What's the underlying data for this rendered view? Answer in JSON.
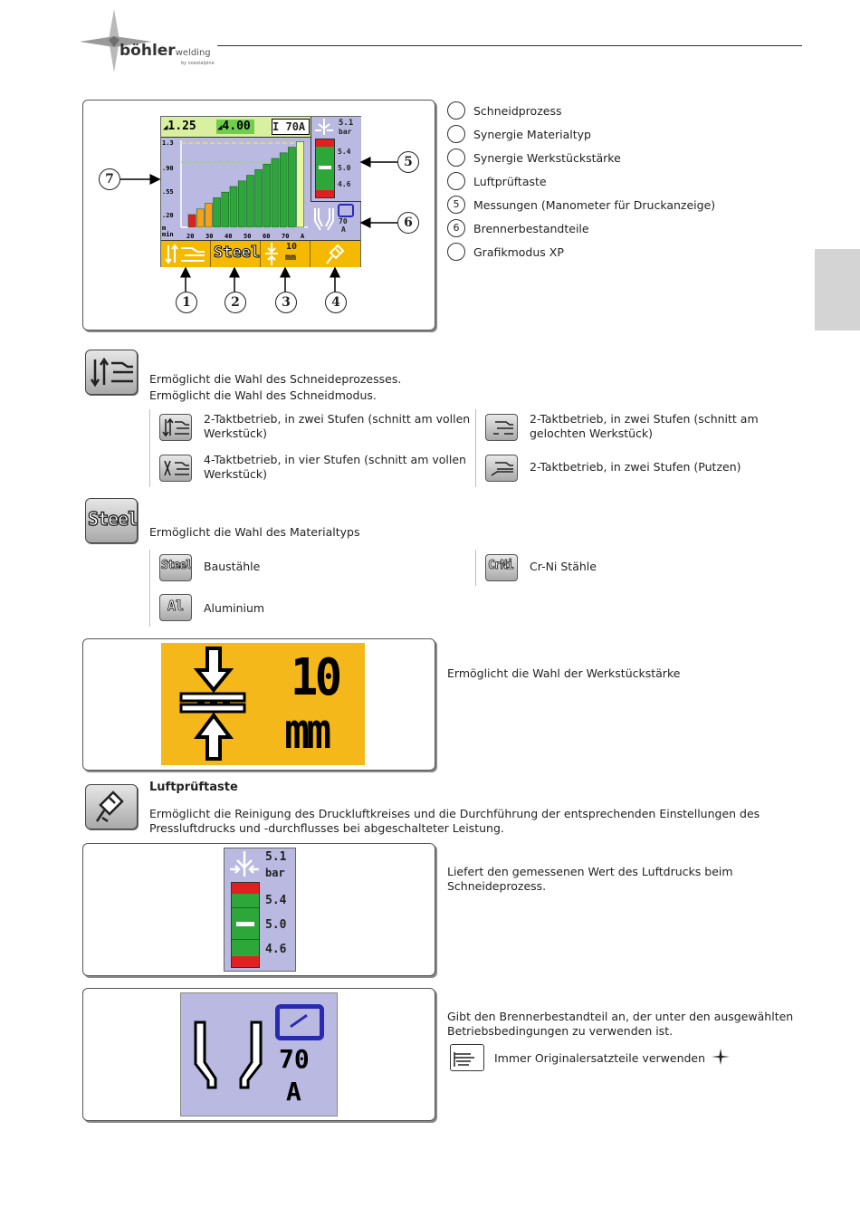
{
  "header": {
    "brand": "böhler",
    "brand_suffix": "welding",
    "brand_sub": "by voestalpine"
  },
  "display": {
    "wire_speed": "1.25",
    "gas_flow": "4.00",
    "unit_mmin": "mmin",
    "current": "70A",
    "current_prefix": "I",
    "y_ticks": [
      "1.3",
      ".90",
      ".55",
      ".20",
      "m\nmin"
    ],
    "x_ticks": [
      "20",
      "30",
      "40",
      "50",
      "60",
      "70",
      "A"
    ],
    "pressure_value": "5.1",
    "pressure_unit": "bar",
    "pressure_ticks": [
      "5.4",
      "5.0",
      "4.6"
    ],
    "consumable_current": "70",
    "consumable_unit": "A",
    "buttons": [
      "Steel",
      "10",
      "mm"
    ]
  },
  "callouts": [
    "1",
    "2",
    "3",
    "4",
    "5",
    "6",
    "7"
  ],
  "legend": [
    {
      "n": "",
      "label": "Schneidprozess"
    },
    {
      "n": "",
      "label": "Synergie Materialtyp"
    },
    {
      "n": "",
      "label": "Synergie Werkstückstärke"
    },
    {
      "n": "",
      "label": "Luftprüftaste"
    },
    {
      "n": "5",
      "label": "Messungen (Manometer für Druckanzeige)"
    },
    {
      "n": "6",
      "label": "Brennerbestandteile"
    },
    {
      "n": "",
      "label": "Grafikmodus XP"
    }
  ],
  "process": {
    "line1": "Ermöglicht die Wahl des Schneideprozesses.",
    "line2": "Ermöglicht die Wahl des Schneidmodus.",
    "modes": [
      "2-Taktbetrieb, in zwei Stufen (schnitt am vollen Werkstück)",
      "2-Taktbetrieb, in zwei Stufen (schnitt am gelochten Werkstück)",
      "4-Taktbetrieb, in vier Stufen (schnitt am vollen Werkstück)",
      "2-Taktbetrieb, in zwei Stufen (Putzen)"
    ]
  },
  "material": {
    "icon_label": "Steel",
    "desc": "Ermöglicht die Wahl des Materialtyps",
    "items": [
      {
        "icon": "Steel",
        "label": "Baustähle"
      },
      {
        "icon": "CrNi",
        "label": "Cr-Ni Stähle"
      },
      {
        "icon": "Al",
        "label": "Aluminium"
      }
    ]
  },
  "thickness": {
    "value": "10",
    "unit": "mm",
    "desc": "Ermöglicht die Wahl der Werkstückstärke"
  },
  "airtest": {
    "title": "Luftprüftaste",
    "desc": "Ermöglicht die Reinigung des Druckluftkreises und die Durchführung der entsprechenden Einstellungen des Pressluftdrucks und -durchflusses bei abgeschalteter Leistung."
  },
  "pressure_desc": "Liefert den gemessenen Wert des Luftdrucks beim Schneideprozess.",
  "consumable": {
    "desc": "Gibt den Brennerbestandteil an, der unter den ausgewählten Betriebsbedingungen zu verwenden ist.",
    "note": "Immer Originalersatzteile verwenden"
  }
}
